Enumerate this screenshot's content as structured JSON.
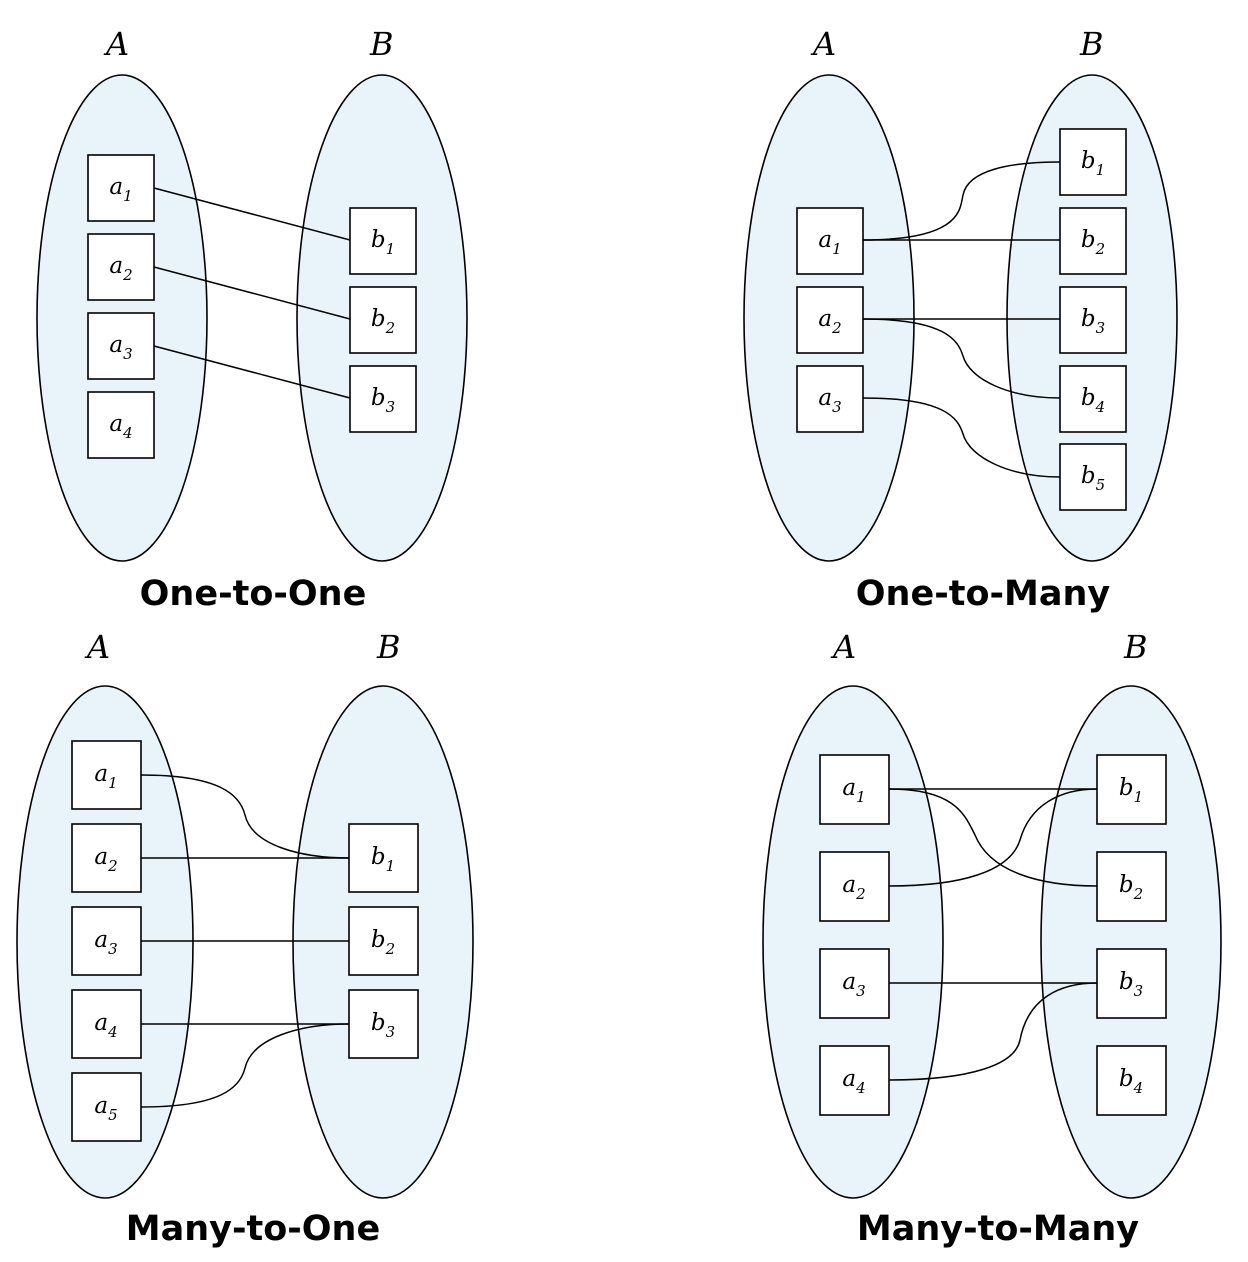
{
  "panels": [
    {
      "caption": "One-to-One",
      "set_a_label": "A",
      "set_b_label": "B",
      "a_elements": [
        {
          "base": "a",
          "sub": "1"
        },
        {
          "base": "a",
          "sub": "2"
        },
        {
          "base": "a",
          "sub": "3"
        },
        {
          "base": "a",
          "sub": "4"
        }
      ],
      "b_elements": [
        {
          "base": "b",
          "sub": "1"
        },
        {
          "base": "b",
          "sub": "2"
        },
        {
          "base": "b",
          "sub": "3"
        }
      ],
      "links": [
        [
          "a1",
          "b1"
        ],
        [
          "a2",
          "b2"
        ],
        [
          "a3",
          "b3"
        ]
      ]
    },
    {
      "caption": "One-to-Many",
      "set_a_label": "A",
      "set_b_label": "B",
      "a_elements": [
        {
          "base": "a",
          "sub": "1"
        },
        {
          "base": "a",
          "sub": "2"
        },
        {
          "base": "a",
          "sub": "3"
        }
      ],
      "b_elements": [
        {
          "base": "b",
          "sub": "1"
        },
        {
          "base": "b",
          "sub": "2"
        },
        {
          "base": "b",
          "sub": "3"
        },
        {
          "base": "b",
          "sub": "4"
        },
        {
          "base": "b",
          "sub": "5"
        }
      ],
      "links": [
        [
          "a1",
          "b1"
        ],
        [
          "a1",
          "b2"
        ],
        [
          "a2",
          "b3"
        ],
        [
          "a2",
          "b4"
        ],
        [
          "a3",
          "b5"
        ]
      ]
    },
    {
      "caption": "Many-to-One",
      "set_a_label": "A",
      "set_b_label": "B",
      "a_elements": [
        {
          "base": "a",
          "sub": "1"
        },
        {
          "base": "a",
          "sub": "2"
        },
        {
          "base": "a",
          "sub": "3"
        },
        {
          "base": "a",
          "sub": "4"
        },
        {
          "base": "a",
          "sub": "5"
        }
      ],
      "b_elements": [
        {
          "base": "b",
          "sub": "1"
        },
        {
          "base": "b",
          "sub": "2"
        },
        {
          "base": "b",
          "sub": "3"
        }
      ],
      "links": [
        [
          "a1",
          "b1"
        ],
        [
          "a2",
          "b1"
        ],
        [
          "a3",
          "b2"
        ],
        [
          "a4",
          "b3"
        ],
        [
          "a5",
          "b3"
        ]
      ]
    },
    {
      "caption": "Many-to-Many",
      "set_a_label": "A",
      "set_b_label": "B",
      "a_elements": [
        {
          "base": "a",
          "sub": "1"
        },
        {
          "base": "a",
          "sub": "2"
        },
        {
          "base": "a",
          "sub": "3"
        },
        {
          "base": "a",
          "sub": "4"
        }
      ],
      "b_elements": [
        {
          "base": "b",
          "sub": "1"
        },
        {
          "base": "b",
          "sub": "2"
        },
        {
          "base": "b",
          "sub": "3"
        },
        {
          "base": "b",
          "sub": "4"
        }
      ],
      "links": [
        [
          "a1",
          "b1"
        ],
        [
          "a1",
          "b2"
        ],
        [
          "a2",
          "b1"
        ],
        [
          "a3",
          "b3"
        ],
        [
          "a4",
          "b3"
        ]
      ]
    }
  ],
  "colors": {
    "set_fill": "#e8f4f9",
    "stroke": "#000000",
    "box_fill": "#ffffff"
  }
}
